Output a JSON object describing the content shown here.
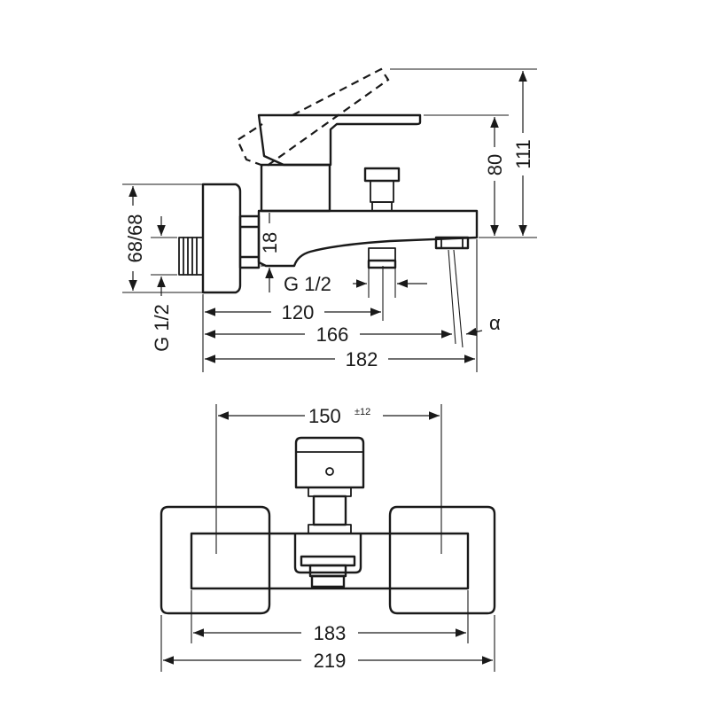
{
  "side_view": {
    "dims": {
      "height_111": "111",
      "height_80": "80",
      "height_18": "18",
      "wall_68": "68/68",
      "wall_thread": "G 1/2",
      "outlet_thread": "G 1/2",
      "len_120": "120",
      "len_166": "166",
      "len_182": "182",
      "angle_mark": "α"
    }
  },
  "front_view": {
    "dims": {
      "centers": "150",
      "tolerance": "±12",
      "width_183": "183",
      "width_219": "219"
    }
  }
}
